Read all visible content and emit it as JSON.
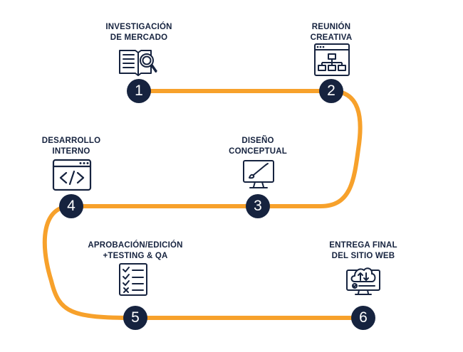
{
  "colors": {
    "path": "#F7A12B",
    "navy": "#16233F",
    "background": "#FFFFFF"
  },
  "steps": [
    {
      "number": "1",
      "title_lines": [
        "INVESTIGACIÓN",
        "DE MERCADO"
      ],
      "icon": "book-magnifier-icon"
    },
    {
      "number": "2",
      "title_lines": [
        "REUNIÓN",
        "CREATIVA"
      ],
      "icon": "sitemap-window-icon"
    },
    {
      "number": "3",
      "title_lines": [
        "DISEÑO",
        "CONCEPTUAL"
      ],
      "icon": "monitor-brush-icon"
    },
    {
      "number": "4",
      "title_lines": [
        "DESARROLLO",
        "INTERNO"
      ],
      "icon": "code-window-icon"
    },
    {
      "number": "5",
      "title_lines": [
        "APROBACIÓN/EDICIÓN",
        "+TESTING & QA"
      ],
      "icon": "checklist-icon"
    },
    {
      "number": "6",
      "title_lines": [
        "ENTREGA FINAL",
        "DEL SITIO WEB"
      ],
      "icon": "cloud-upload-monitor-icon"
    }
  ]
}
